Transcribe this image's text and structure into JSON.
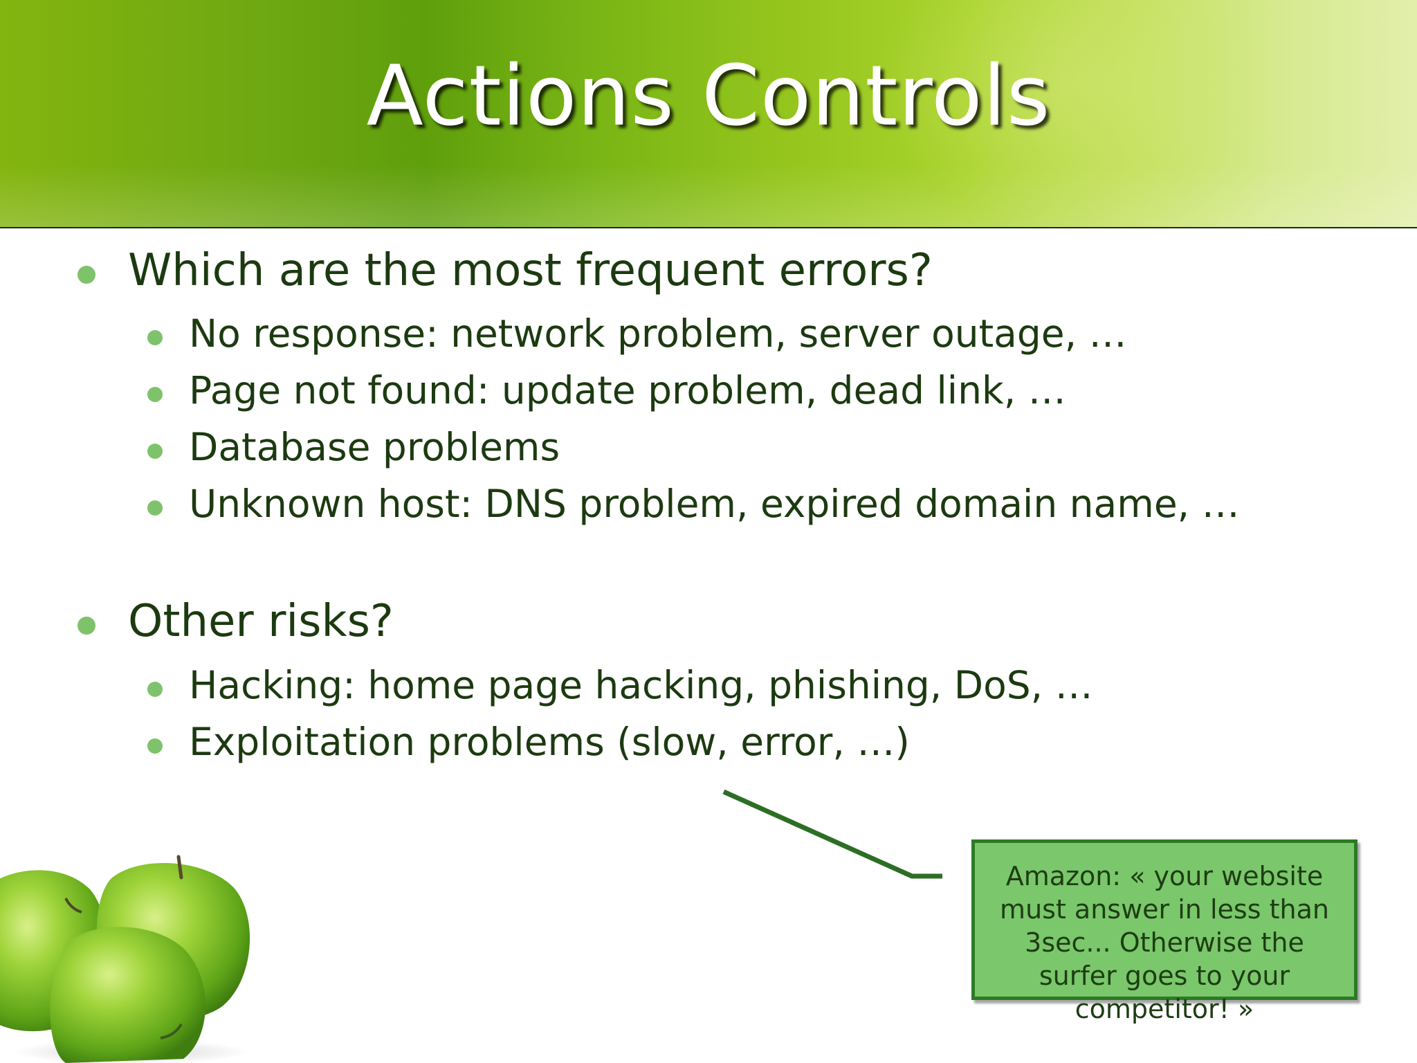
{
  "slide": {
    "title": "Actions Controls",
    "sections": [
      {
        "heading": "Which are the most frequent errors?",
        "items": [
          "No response: network problem, server outage, …",
          "Page not found:  update problem, dead link, …",
          "Database problems",
          "Unknown host: DNS problem, expired domain name, …"
        ]
      },
      {
        "heading": "Other risks?",
        "items": [
          "Hacking: home page hacking, phishing, DoS, …",
          "Exploitation problems (slow, error, …)"
        ]
      }
    ],
    "callout": {
      "lines": [
        "Amazon: « your website",
        "must answer in less than",
        "3sec... Otherwise the",
        "surfer goes to your",
        "competitor! »"
      ]
    },
    "colors": {
      "bullet": "#7ec26b",
      "text": "#1c3a10",
      "callout_fill": "#7bc76b",
      "callout_border": "#2c7a25"
    }
  }
}
